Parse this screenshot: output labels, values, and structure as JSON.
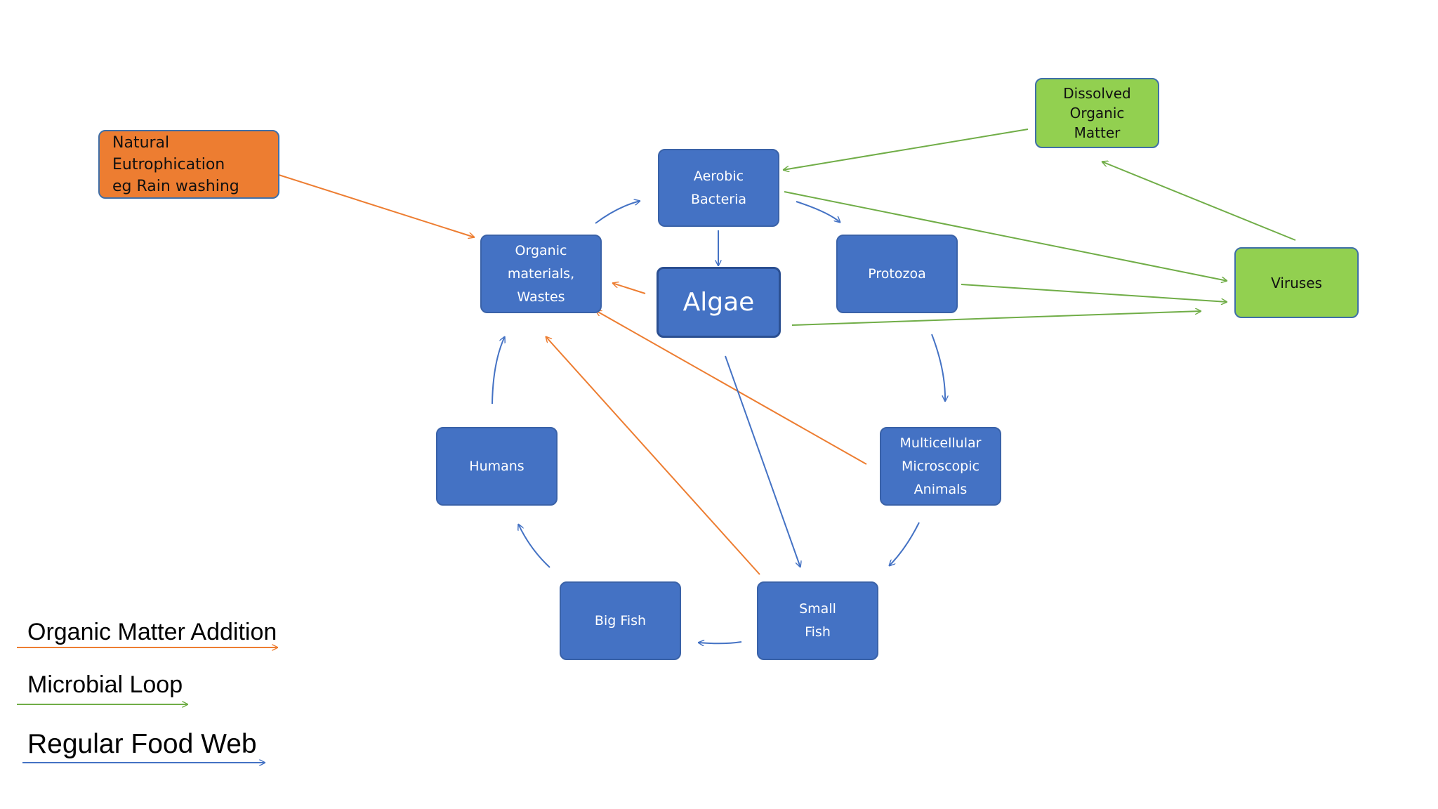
{
  "nodes": {
    "natural_eutrophication": "Natural\nEutrophication\neg Rain washing",
    "organic_materials": "Organic\nmaterials,\nWastes",
    "aerobic_bacteria": "Aerobic\nBacteria",
    "algae": "Algae",
    "protozoa": "Protozoa",
    "dissolved_organic_matter": "Dissolved\nOrganic\nMatter",
    "viruses": "Viruses",
    "humans": "Humans",
    "multicellular": "Multicellular\nMicroscopic\nAnimals",
    "big_fish": "Big Fish",
    "small_fish": "Small\nFish"
  },
  "legend": {
    "organic_matter_addition": "Organic Matter Addition",
    "microbial_loop": "Microbial Loop",
    "regular_food_web": "Regular Food Web"
  },
  "colors": {
    "organic_matter_addition": "#ed7d31",
    "microbial_loop": "#70ad47",
    "regular_food_web": "#4472c4",
    "node_blue": "#4472c4",
    "node_green": "#92d050",
    "node_orange": "#ed7d31"
  }
}
